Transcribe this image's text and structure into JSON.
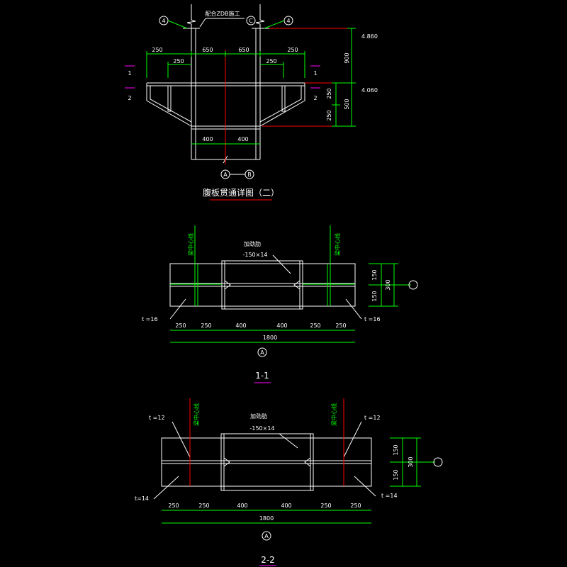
{
  "colors": {
    "background": "#000000",
    "outline": "#ffffff",
    "dimension": "#00ff00",
    "centerline": "#ff0000",
    "title_underline": "#ff00ff",
    "axis_circle": "#ffffff"
  },
  "detail_top": {
    "title": "腹板贯通详图（二）",
    "note": "配合ZDB施工",
    "axis_left": "4",
    "axis_center": "C",
    "axis_right": "4",
    "axis_bottom_left": "A",
    "axis_bottom_right": "B",
    "dims_top_row": [
      "250",
      "650",
      "650",
      "250"
    ],
    "dims_second_row": [
      "250",
      "250"
    ],
    "dims_bottom": [
      "400",
      "400"
    ],
    "dims_right_outer": "900",
    "dims_right_inner_a": "250",
    "dims_right_inner_b": "250",
    "dims_right_total": "500",
    "elev_top": "4.860",
    "elev_mid": "4.060",
    "section_mark_1": "1",
    "section_mark_2": "2"
  },
  "section_1": {
    "title": "1-1",
    "rib_label": "加劲肋",
    "rib_size": "-150×14",
    "center_label_left": "梁中心线",
    "center_label_right": "梁中心线",
    "plate_left": "t =16",
    "plate_right": "t =16",
    "dims_bottom": [
      "250",
      "250",
      "400",
      "400",
      "250",
      "250"
    ],
    "dims_total": "1800",
    "dims_right_a": "150",
    "dims_right_b": "150",
    "dims_right_total": "300",
    "axis_bottom": "A"
  },
  "section_2": {
    "title": "2-2",
    "rib_label": "加劲肋",
    "rib_size": "-150×14",
    "center_label_left": "梁中心线",
    "center_label_right": "梁中心线",
    "plate_top_left": "t =12",
    "plate_top_right": "t =12",
    "plate_bottom_left": "t=14",
    "plate_bottom_right": "t =14",
    "dims_bottom": [
      "250",
      "250",
      "400",
      "400",
      "250",
      "250"
    ],
    "dims_total": "1800",
    "dims_right_a": "150",
    "dims_right_b": "150",
    "dims_right_total": "300",
    "axis_bottom": "A"
  }
}
